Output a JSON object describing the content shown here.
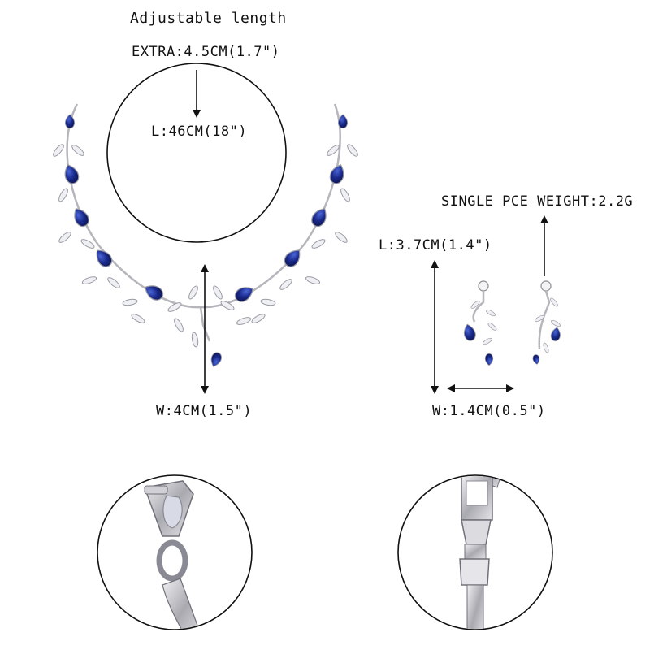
{
  "labels": {
    "adjustable": "Adjustable length",
    "extra": "EXTRA:4.5CM(1.7\")",
    "necklace_length": "L:46CM(18\")",
    "necklace_width": "W:4CM(1.5\")",
    "earring_weight": "SINGLE PCE WEIGHT:2.2G",
    "earring_length": "L:3.7CM(1.4\")",
    "earring_width": "W:1.4CM(0.5\")"
  },
  "colors": {
    "sapphire": "#1a2a8c",
    "sapphire_light": "#3a55c8",
    "silver": "#c8c8cc",
    "silver_dark": "#8c8c92",
    "line": "#111111"
  },
  "icons": {
    "necklace": "sapphire-leaf-necklace",
    "earring_front": "earring-front-view",
    "earring_side": "earring-side-view",
    "earring_clasp_zoom": "earring-post-closeup",
    "foldover_clasp_zoom": "fold-over-clasp-closeup"
  }
}
